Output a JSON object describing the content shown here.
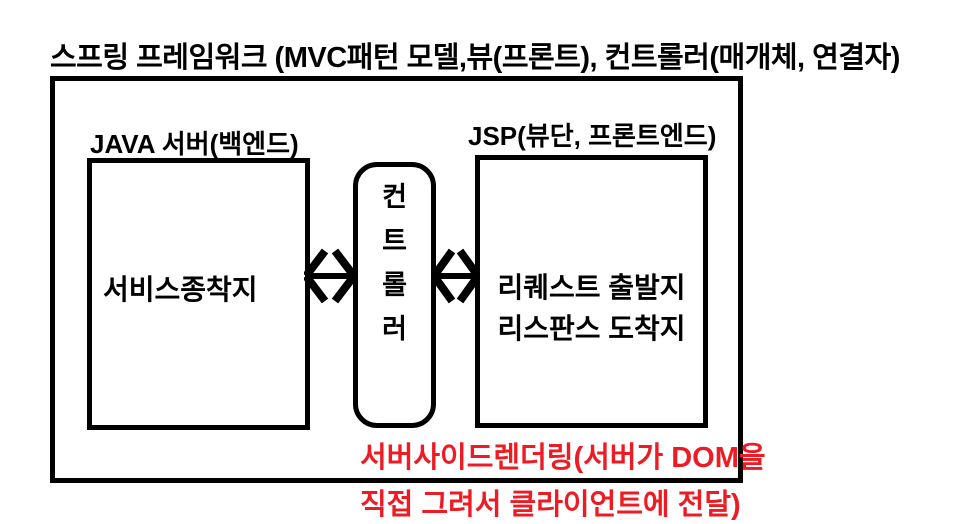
{
  "title": "스프링 프레임워크 (MVC패턴 모델,뷰(프론트), 컨트롤러(매개체, 연결자)",
  "diagram": {
    "java_server": {
      "label": "JAVA 서버(백엔드)",
      "box_text": "서비스종착지"
    },
    "controller": {
      "chars": [
        "컨",
        "트",
        "롤",
        "러"
      ]
    },
    "jsp": {
      "label": "JSP(뷰단, 프론트엔드)",
      "box_lines": [
        "리퀘스트 출발지",
        "리스판스 도착지"
      ]
    },
    "ssr_note": {
      "lines": [
        "서버사이드렌더링(서버가 DOM을",
        "직접 그려서 클라이언트에 전달)"
      ]
    },
    "arrows": [
      {
        "name": "java-controller",
        "type": "double-headed"
      },
      {
        "name": "controller-jsp",
        "type": "double-headed"
      }
    ]
  },
  "colors": {
    "line": "#000000",
    "background": "#FFFFFF",
    "note_red": "#ED1C24"
  }
}
